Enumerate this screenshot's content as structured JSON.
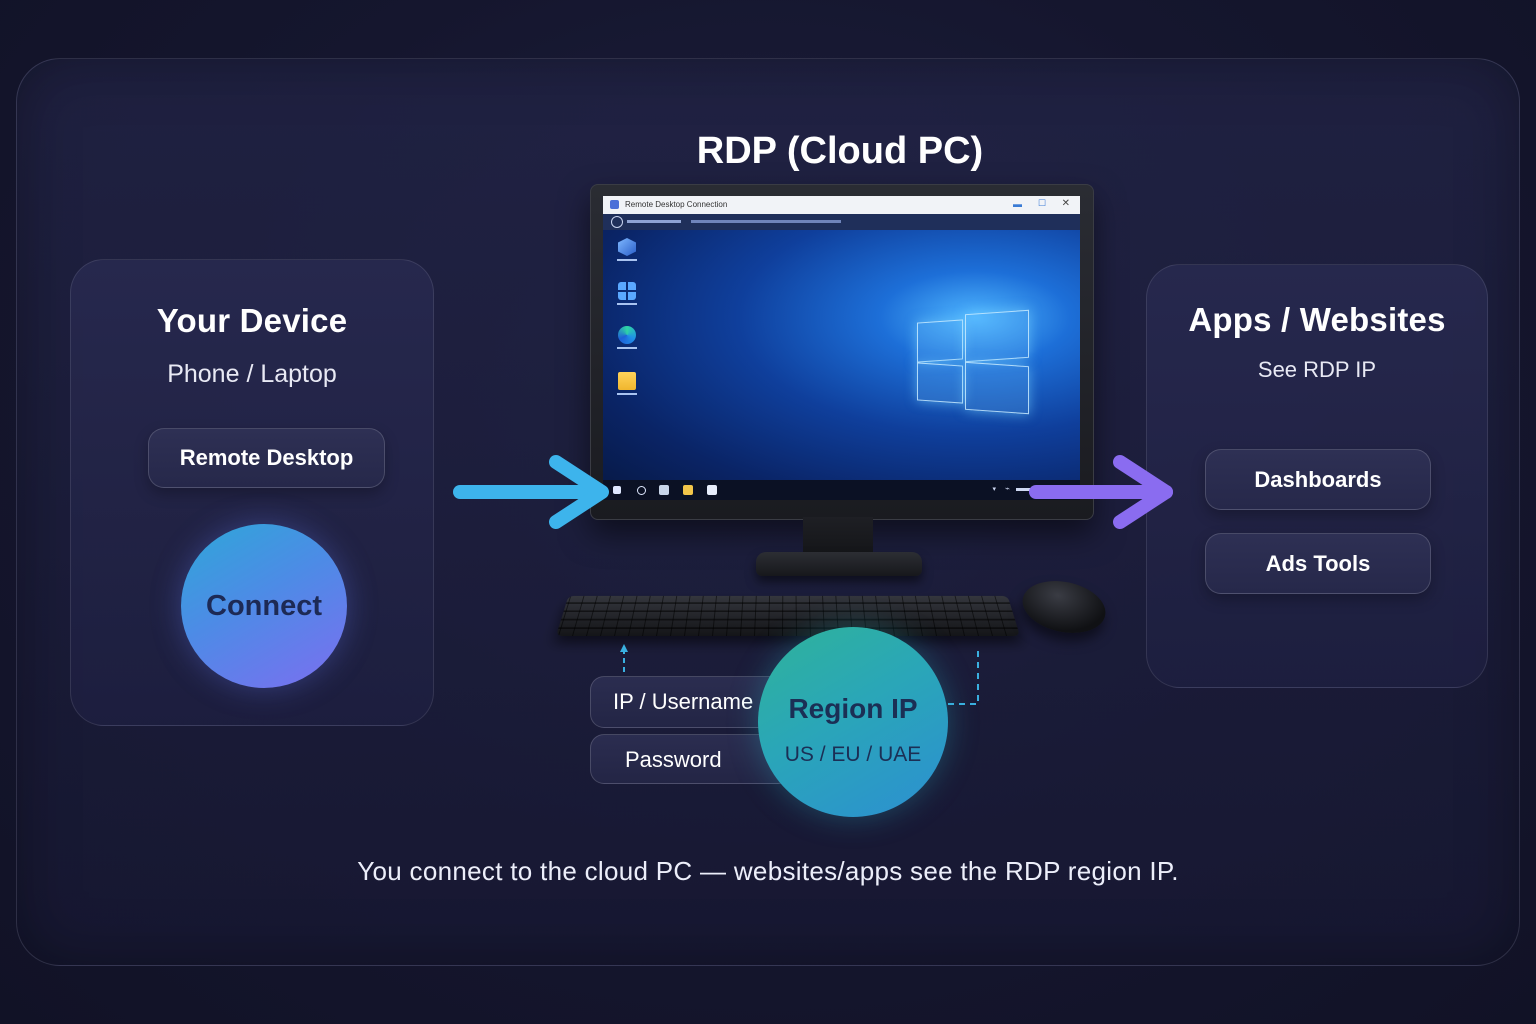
{
  "title": "RDP (Cloud PC)",
  "left_card": {
    "title": "Your Device",
    "subtitle": "Phone / Laptop",
    "button": "Remote Desktop",
    "connect": "Connect"
  },
  "right_card": {
    "title": "Apps / Websites",
    "subtitle": "See RDP IP",
    "buttons": [
      "Dashboards",
      "Ads Tools"
    ]
  },
  "screen": {
    "window_title": "Remote Desktop Connection",
    "icons": [
      "shield-icon",
      "windows-icon",
      "edge-icon",
      "folder-icon"
    ]
  },
  "fields": {
    "ip_username": "IP / Username",
    "password": "Password"
  },
  "region": {
    "title": "Region IP",
    "options": "US / EU / UAE"
  },
  "caption": "You connect to the cloud PC — websites/apps see the RDP region IP.",
  "colors": {
    "background": "#15162e",
    "arrow_in": "#3db4ec",
    "arrow_out": "#8a6cf0",
    "connect_gradient": [
      "#2ea7d8",
      "#7c6ef0"
    ],
    "region_gradient": [
      "#2fb39a",
      "#2c8fd2"
    ],
    "dashed_line": "#3ab0e0"
  }
}
